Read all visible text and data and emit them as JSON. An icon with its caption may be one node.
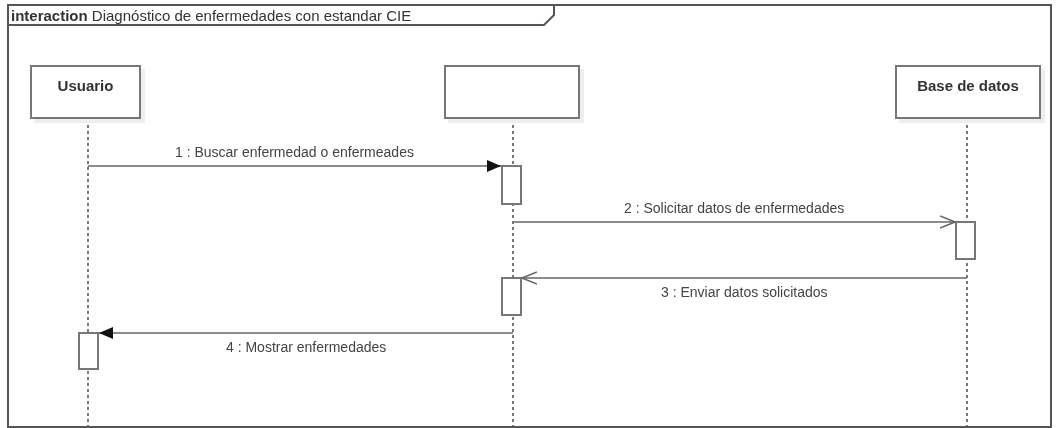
{
  "diagram": {
    "nodes": [
      {
        "text": [
          "**interaction** Diagnóstico de enfermedades con estandar CIE"
        ]
      },
      {
        "text": [
          "Usuario"
        ],
        "in": 0
      },
      {
        "text": [],
        "shape": "box",
        "in": 0
      },
      {
        "text": [
          "Base de datos"
        ],
        "in": 0
      },
      {
        "text": [],
        "shape": "bar",
        "in": 0
      },
      {
        "text": [],
        "shape": "bar",
        "in": 0
      },
      {
        "text": [],
        "shape": "bar",
        "in": 0
      },
      {
        "text": [],
        "shape": "bar",
        "in": 0
      }
    ],
    "edges": [
      {
        "from": null,
        "to": 4,
        "arrow": "to",
        "label": "1 : Buscar enfermedad o enfermeades"
      },
      {
        "from": null,
        "to": 5,
        "arrow": "to",
        "label": "2 : Solicitar datos de enfermedades"
      },
      {
        "from": null,
        "to": 6,
        "arrow": "to",
        "label": "3 : Enviar datos solicitados"
      },
      {
        "from": null,
        "to": 7,
        "arrow": "to",
        "label": "4 : Mostrar enfermedades"
      }
    ]
  }
}
